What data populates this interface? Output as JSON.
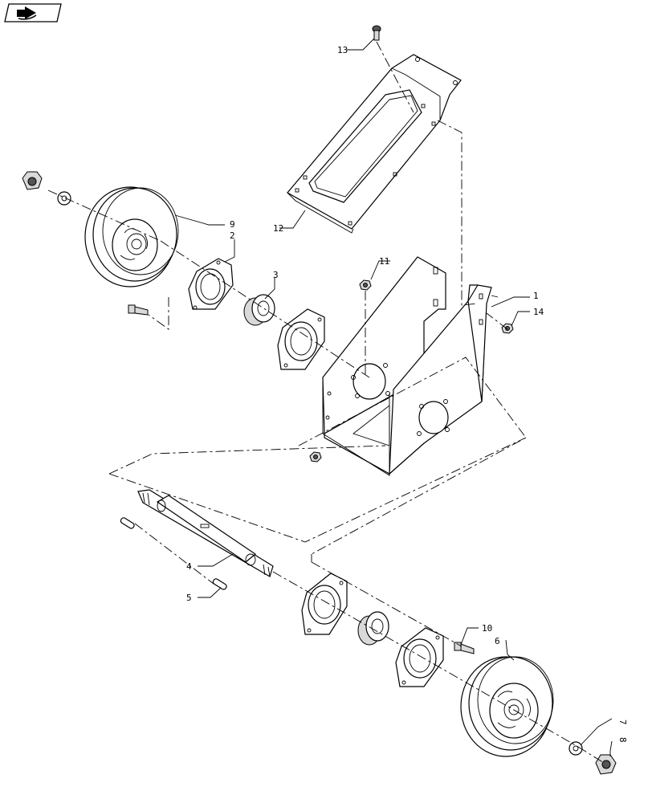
{
  "nav_icon": "arrow-right-icon",
  "callouts": {
    "c1": "1",
    "c2": "2",
    "c3": "3",
    "c4": "4",
    "c5": "5",
    "c6": "6",
    "c7": "7",
    "c8": "8",
    "c9": "9",
    "c10": "10",
    "c11": "11",
    "c12": "12",
    "c13": "13",
    "c14": "14"
  }
}
